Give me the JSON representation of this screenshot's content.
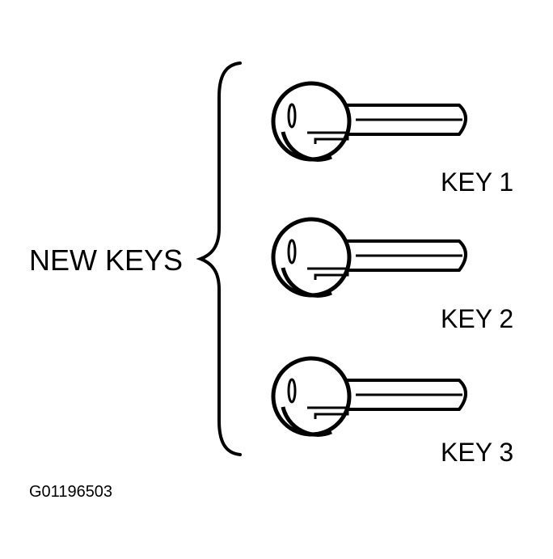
{
  "group_label": "NEW KEYS",
  "keys": [
    {
      "label": "KEY 1"
    },
    {
      "label": "KEY 2"
    },
    {
      "label": "KEY 3"
    }
  ],
  "figure_id": "G01196503",
  "colors": {
    "ink": "#000000",
    "paper": "#ffffff"
  }
}
